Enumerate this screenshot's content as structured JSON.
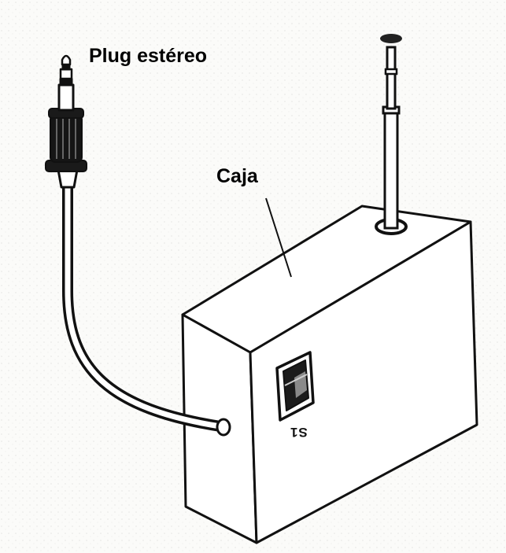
{
  "labels": {
    "plug": "Plug estéreo",
    "box": "Caja",
    "switch": "S1"
  },
  "colors": {
    "ink": "#111111",
    "paper": "#fbfbf9",
    "hatch": "#d6d6d2"
  },
  "icons": {
    "plug": "stereo-plug-icon",
    "antenna": "telescopic-antenna-icon",
    "switch": "rocker-switch-icon"
  }
}
